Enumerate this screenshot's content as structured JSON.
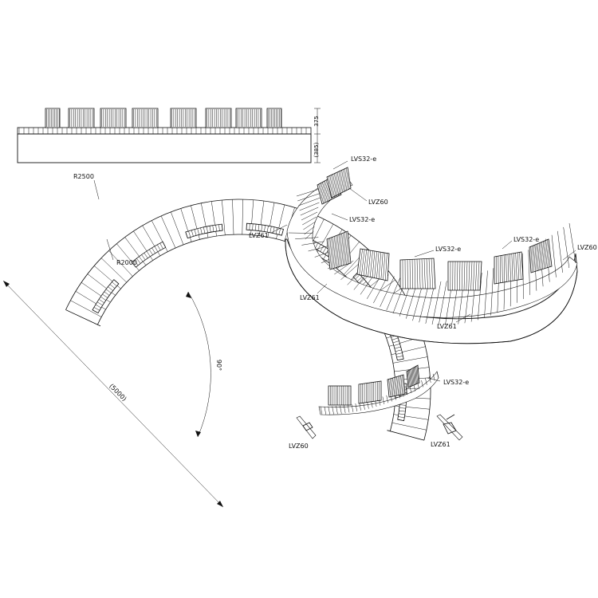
{
  "elevation": {
    "dim_upper": "375",
    "dim_lower": "(385)"
  },
  "plan": {
    "outer_radius_label": "R2500",
    "inner_radius_label": "R2000",
    "angle_label": "90°",
    "chord_label": "(5000)"
  },
  "perspective": {
    "labels": {
      "top_back": "LVS32-e",
      "top_connector": "LVZ60",
      "mid_back": "LVS32-e",
      "left_connector": "LVZ61",
      "centre_back": "LVS32-e",
      "right_back": "LVS32-e",
      "far_right_connector": "LVZ60",
      "front_left_connector": "LVZ61",
      "front_right_connector": "LVZ61"
    }
  },
  "detail": {
    "back_label": "LVS32-e",
    "connector_60_label": "LVZ60",
    "connector_61_label": "LVZ61"
  },
  "colors": {
    "line": "#111111",
    "background": "#ffffff"
  }
}
